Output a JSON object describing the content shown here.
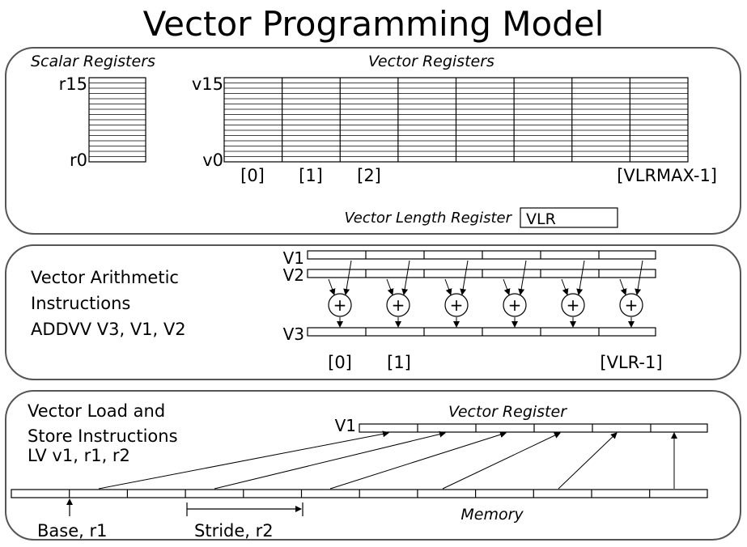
{
  "title": "Vector Programming Model",
  "registers": {
    "scalar_heading": "Scalar Registers",
    "vector_heading": "Vector Registers",
    "scalar_top": "r15",
    "scalar_bottom": "r0",
    "vector_top": "v15",
    "vector_bottom": "v0",
    "element_indices": [
      "[0]",
      "[1]",
      "[2]",
      "[VLRMAX-1]"
    ],
    "vlr_label": "Vector Length Register",
    "vlr_box": "VLR"
  },
  "arithmetic": {
    "lines": [
      "Vector Arithmetic",
      "Instructions",
      "ADDVV V3, V1, V2"
    ],
    "src1": "V1",
    "src2": "V2",
    "dst": "V3",
    "op_symbol": "+",
    "element_indices": [
      "[0]",
      "[1]",
      "[VLR-1]"
    ]
  },
  "loadstore": {
    "lines": [
      "Vector Load and",
      "Store Instructions",
      "LV v1, r1, r2"
    ],
    "vreg_label": "V1",
    "vreg_heading": "Vector Register",
    "memory_label": "Memory",
    "base_label": "Base, r1",
    "stride_label": "Stride, r2"
  }
}
